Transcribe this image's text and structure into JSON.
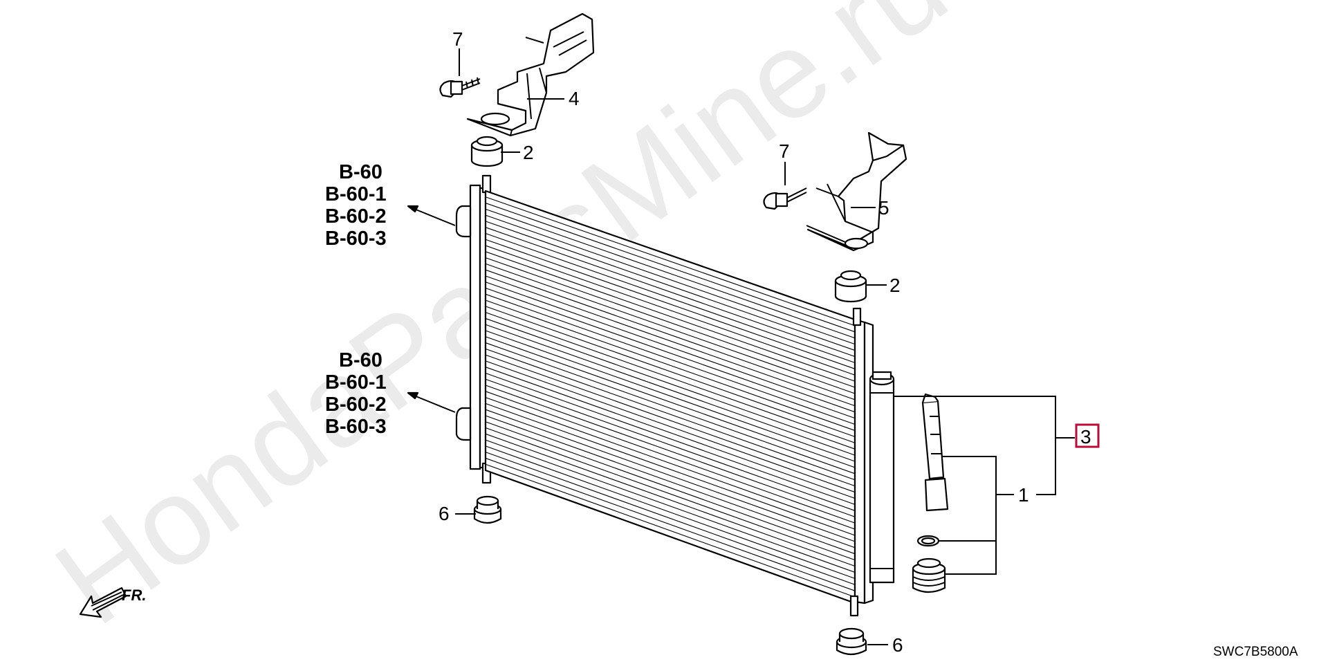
{
  "watermark": "HondaPartsMine.ru",
  "references": {
    "upper": [
      "B-60",
      "B-60-1",
      "B-60-2",
      "B-60-3"
    ],
    "lower": [
      "B-60",
      "B-60-1",
      "B-60-2",
      "B-60-3"
    ]
  },
  "callouts": {
    "c1": "1",
    "c2_upper": "2",
    "c2_lower": "2",
    "c3": "3",
    "c4": "4",
    "c5": "5",
    "c6_left": "6",
    "c6_bottom": "6",
    "c7_upper": "7",
    "c7_lower": "7"
  },
  "front_indicator": "FR.",
  "part_code": "SWC7B5800A",
  "colors": {
    "highlight_box": "#b0123c",
    "watermark": "#ebebeb"
  }
}
